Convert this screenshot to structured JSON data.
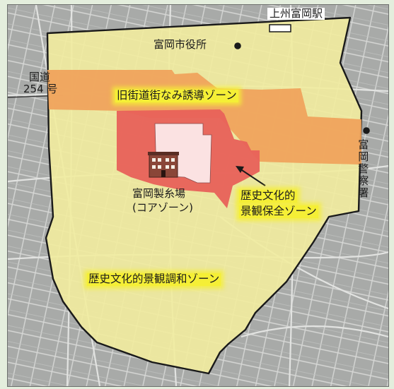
{
  "map": {
    "landmarks": {
      "station": "上州富岡駅",
      "city_hall": "富岡市役所",
      "police": "富岡警察署",
      "route_name": "国道",
      "route_number": "254 号",
      "mill_name": "富岡製糸場",
      "mill_note": "(コアゾーン)"
    },
    "zones": {
      "guidance": "旧街道街なみ誘導ゾーン",
      "preservation_line1": "歴史文化的",
      "preservation_line2": "景観保全ゾーン",
      "harmony": "歴史文化的景観調和ゾーン"
    },
    "colors": {
      "base_map": "#a8aaa8",
      "street_lines": "#d9dad8",
      "harmony_zone": "#f2ec9e",
      "guidance_zone": "#f0a25a",
      "preservation_zone": "#e8615a",
      "core_zone": "#fbe2e2",
      "label_highlight": "#f5ef36",
      "page_background": "#e4eedd"
    },
    "icons": [
      "station-marker-icon",
      "point-marker-icon",
      "building-icon",
      "arrow-icon"
    ]
  }
}
